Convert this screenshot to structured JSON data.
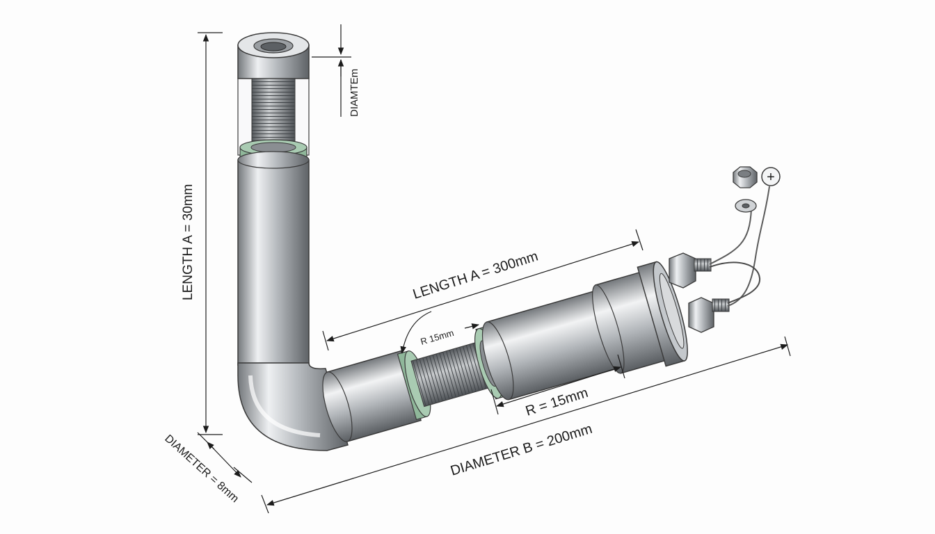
{
  "labels": {
    "length_vertical": "LENGTH A = 30mm",
    "length_a": "LENGTH A = 300mm",
    "radius_small": "R  15mm",
    "radius_large": "R = 15mm",
    "diameter_b": "DIAMETER B = 200mm",
    "diameter_small": "DIAMETER = 8mm",
    "diameter_top": "DIAMTEm"
  },
  "terminal": {
    "positive_symbol": "+"
  },
  "colors": {
    "steel": "#b8bcc0",
    "steel_dark": "#6e7276",
    "gasket": "#8fb79a",
    "line": "#1c1c1c"
  }
}
